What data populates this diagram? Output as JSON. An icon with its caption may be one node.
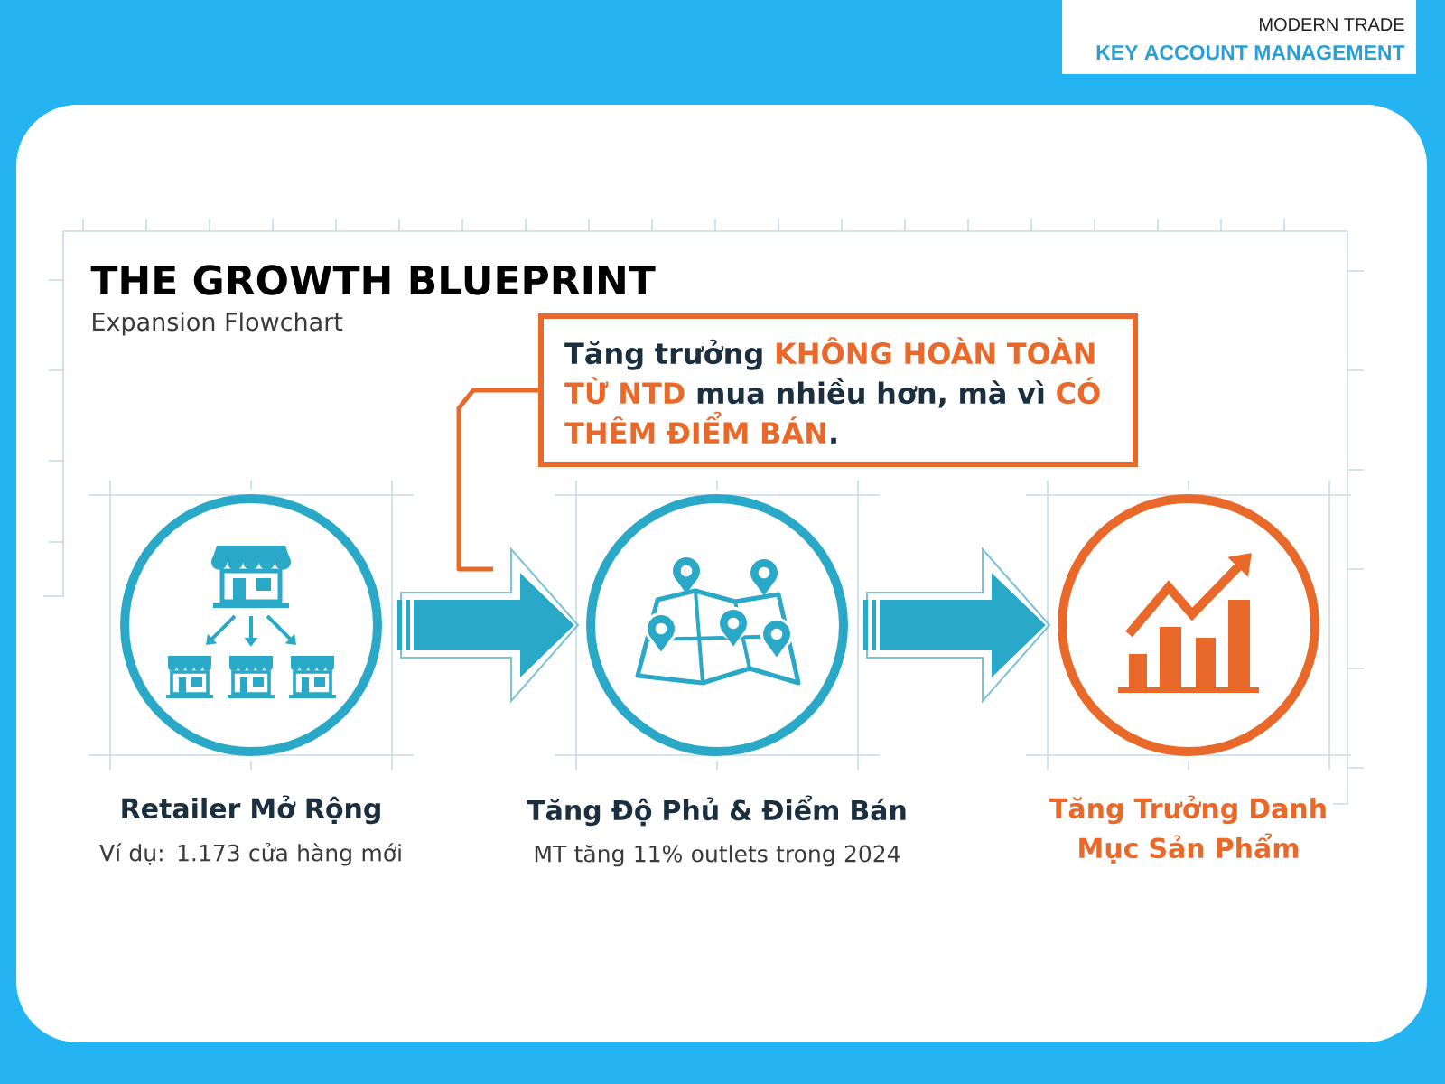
{
  "diagram": {
    "title": "THE GROWTH BLUEPRINT",
    "nodes": [
      {
        "text": [
          "Tăng trưởng **KHÔNG HOÀN TOÀN TỪ NTD** mua nhiều hơn, mà vì **CÓ THÊM ĐIỂM BÁN**."
        ]
      },
      {
        "text": [
          "Retailer Mở Rộng",
          "Ví dụ: 1.173 cửa hàng mới"
        ]
      },
      {
        "text": [
          "Tăng Độ Phủ & Điểm Bán",
          "MT tăng 11% outlets trong 2024"
        ]
      },
      {
        "text": [
          "Tăng Trưởng Danh Mục Sản Phẩm"
        ]
      }
    ],
    "edges": [
      {
        "from": 1,
        "to": 2,
        "arrow": "to"
      },
      {
        "from": 2,
        "to": 3,
        "arrow": "to"
      },
      {
        "from": 0,
        "to": null,
        "arrow": "none",
        "color": "#e8692a"
      }
    ],
    "labels": [
      "MODERN TRADE",
      "KEY ACCOUNT MANAGEMENT",
      "Expansion Flowchart"
    ]
  }
}
